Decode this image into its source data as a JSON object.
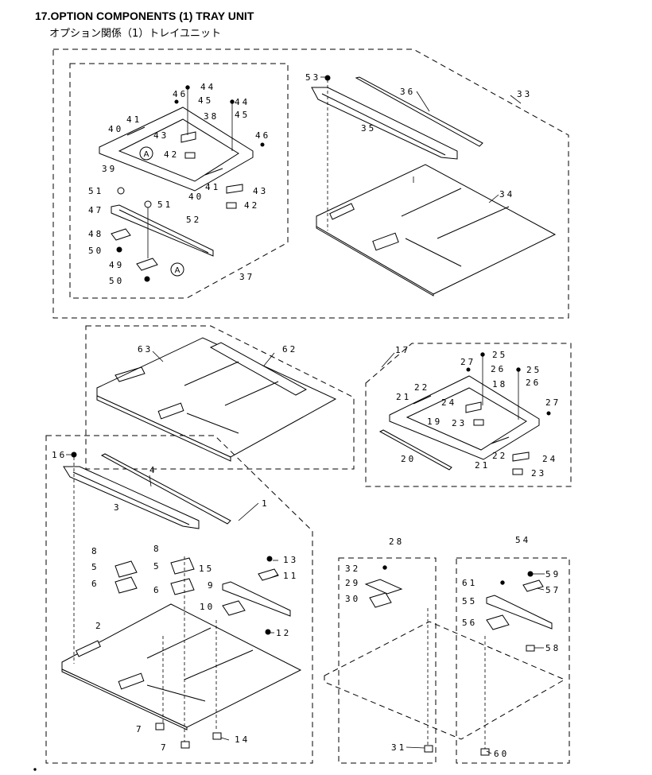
{
  "header": {
    "title": "17.OPTION COMPONENTS (1) TRAY UNIT",
    "subtitle": "オプション関係（1）トレイユニット"
  },
  "labels": {
    "p1": "1",
    "p2": "2",
    "p3": "3",
    "p4": "4",
    "p5a": "5",
    "p5b": "5",
    "p6a": "6",
    "p6b": "6",
    "p7a": "7",
    "p7b": "7",
    "p8a": "8",
    "p8b": "8",
    "p9": "9",
    "p10": "10",
    "p11": "11",
    "p12": "12",
    "p13": "13",
    "p14": "14",
    "p15": "15",
    "p16": "16",
    "p17": "17",
    "p18": "18",
    "p19": "19",
    "p20": "20",
    "p21a": "21",
    "p21b": "21",
    "p22a": "22",
    "p22b": "22",
    "p23a": "23",
    "p23b": "23",
    "p24a": "24",
    "p24b": "24",
    "p25a": "25",
    "p25b": "25",
    "p26a": "26",
    "p26b": "26",
    "p27a": "27",
    "p27b": "27",
    "p28": "28",
    "p29": "29",
    "p30": "30",
    "p31": "31",
    "p32": "32",
    "p33": "33",
    "p34": "34",
    "p35": "35",
    "p36": "36",
    "p37": "37",
    "p38": "38",
    "p39": "39",
    "p40a": "40",
    "p40b": "40",
    "p41a": "41",
    "p41b": "41",
    "p42a": "42",
    "p42b": "42",
    "p43a": "43",
    "p43b": "43",
    "p44a": "44",
    "p44b": "44",
    "p45a": "45",
    "p45b": "45",
    "p46a": "46",
    "p46b": "46",
    "p47": "47",
    "p48": "48",
    "p49": "49",
    "p50a": "50",
    "p50b": "50",
    "p51a": "51",
    "p51b": "51",
    "p52": "52",
    "p53": "53",
    "p54": "54",
    "p55": "55",
    "p56": "56",
    "p57": "57",
    "p58": "58",
    "p59": "59",
    "p60": "60",
    "p61": "61",
    "p62": "62",
    "p63": "63",
    "refA1": "A",
    "refA2": "A"
  }
}
